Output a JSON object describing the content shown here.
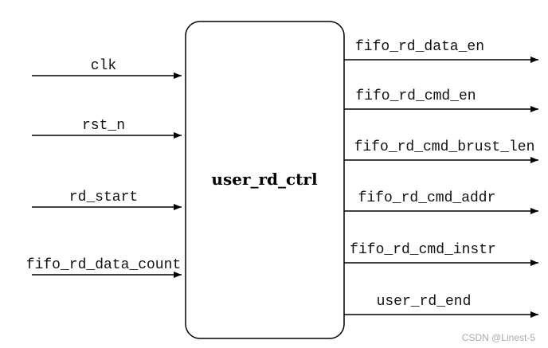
{
  "module": {
    "name": "user_rd_ctrl"
  },
  "inputs": [
    "clk",
    "rst_n",
    "rd_start",
    "fifo_rd_data_count"
  ],
  "outputs": [
    "fifo_rd_data_en",
    "fifo_rd_cmd_en",
    "fifo_rd_cmd_brust_len",
    "fifo_rd_cmd_addr",
    "fifo_rd_cmd_instr",
    "user_rd_end"
  ],
  "watermark": "CSDN @Linest-5"
}
